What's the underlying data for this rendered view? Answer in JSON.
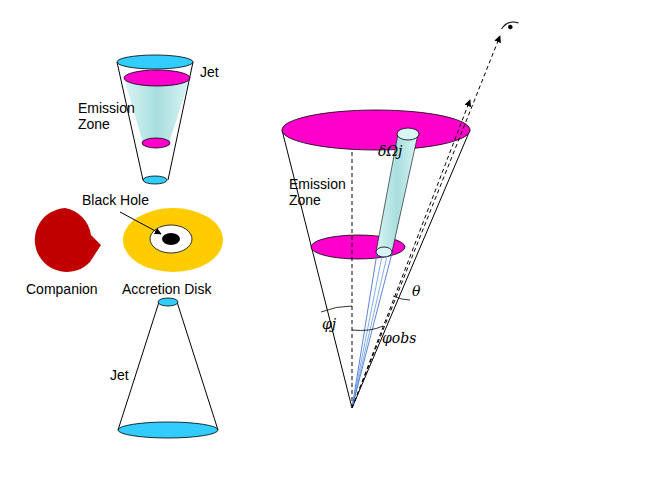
{
  "diagram": {
    "labels": [
      "Jet",
      "Emission Zone",
      "Black Hole",
      "Companion",
      "Accretion Disk",
      "Jet",
      "Emission Zone",
      "δΩj",
      "θ",
      "φj",
      "φobs"
    ]
  }
}
